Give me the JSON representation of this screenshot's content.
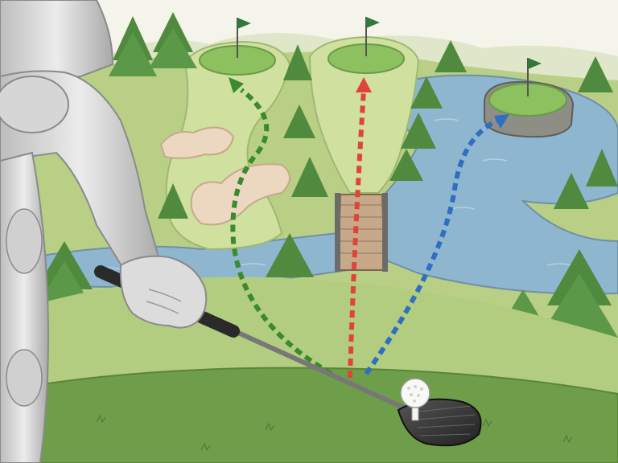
{
  "scene": {
    "colors": {
      "sky": "#f4f3e8",
      "fairway": "#c9da9a",
      "rough": "#a9c47c",
      "tee_grass": "#6f9e4a",
      "water": "#8fb6cf",
      "sand": "#ecd8c0",
      "tree": "#4f8a3e",
      "robot": "#d7d7d7"
    },
    "shot_paths": [
      {
        "name": "left-green-path",
        "color": "#3a8a2e"
      },
      {
        "name": "center-green-path",
        "color": "#e0433a"
      },
      {
        "name": "island-green-path",
        "color": "#2f6fc0"
      }
    ],
    "icons": [
      "flag-icon",
      "golf-ball-icon",
      "driver-club-icon",
      "robot-arm-icon",
      "bridge-icon"
    ]
  }
}
